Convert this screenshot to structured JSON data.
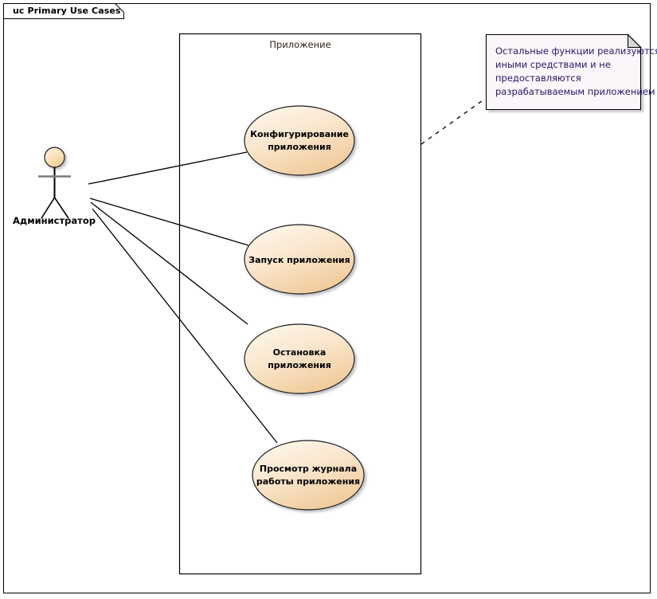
{
  "diagram": {
    "frame_title": "uc Primary Use Cases",
    "boundary_label": "Приложение",
    "actor": {
      "name": "Администратор"
    },
    "use_cases": [
      {
        "line1": "Конфигурирование",
        "line2": "приложения"
      },
      {
        "line1": "Запуск приложения",
        "line2": ""
      },
      {
        "line1": "Остановка",
        "line2": "приложения"
      },
      {
        "line1": "Просмотр журнала",
        "line2": "работы приложения"
      }
    ],
    "note": {
      "lines": [
        "Остальные функции реализуются",
        "иными средствами и не",
        "предоставляются",
        "разрабатываемым приложением"
      ]
    },
    "colors": {
      "use_case_fill_top": "#fdf2e2",
      "use_case_fill_bottom": "#f2cfa2",
      "use_case_stroke": "#1c1c1c",
      "actor_head_fill": "#fadfb4",
      "note_fill": "#fbf6f9",
      "note_stroke": "#000000",
      "note_text": "#23176b",
      "boundary_stroke": "#000000",
      "frame_stroke": "#000000",
      "connector_stroke": "#000000"
    }
  }
}
